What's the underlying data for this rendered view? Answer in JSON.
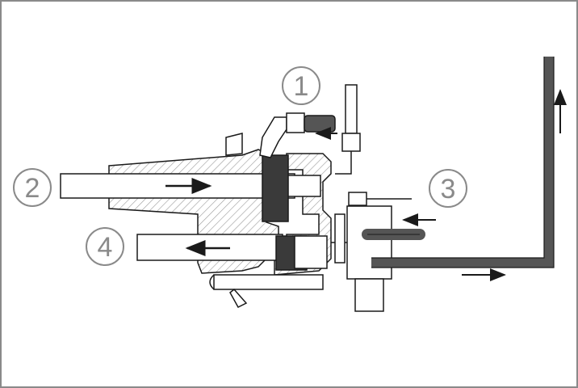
{
  "diagram": {
    "callouts": [
      {
        "id": "1",
        "label": "1"
      },
      {
        "id": "2",
        "label": "2"
      },
      {
        "id": "3",
        "label": "3"
      },
      {
        "id": "4",
        "label": "4"
      }
    ],
    "colors": {
      "stroke": "#1a1a1a",
      "tube": "#555555",
      "block": "#3a3a3a",
      "hatch": "#9a9a9a",
      "callout": "#8a8a8a",
      "frame": "#8a8a8a"
    }
  }
}
